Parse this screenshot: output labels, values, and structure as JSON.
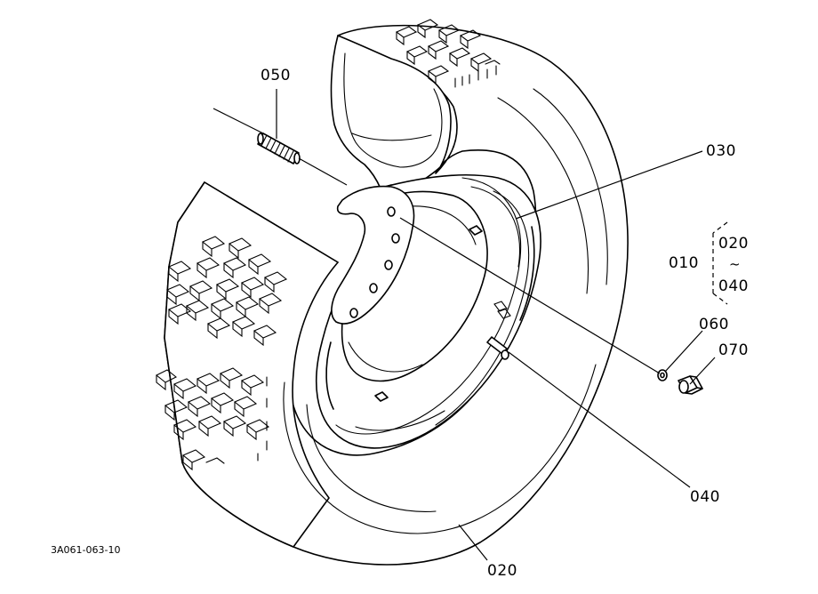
{
  "callouts": {
    "c050": "050",
    "c030": "030",
    "c010": "010",
    "c020_range": "020",
    "range_sep": "~",
    "c040_range": "040",
    "c060": "060",
    "c070": "070",
    "c040": "040",
    "c020": "020"
  },
  "figure_code": "3A061-063-10",
  "icons": {
    "tire": "tire-cutaway-drawing",
    "rim": "wheel-rim-drawing",
    "bolt": "wheel-bolt-drawing",
    "washer": "washer-drawing",
    "nut": "nut-drawing",
    "valve": "valve-stem-drawing"
  },
  "colors": {
    "ink": "#000000",
    "paper": "#ffffff"
  }
}
